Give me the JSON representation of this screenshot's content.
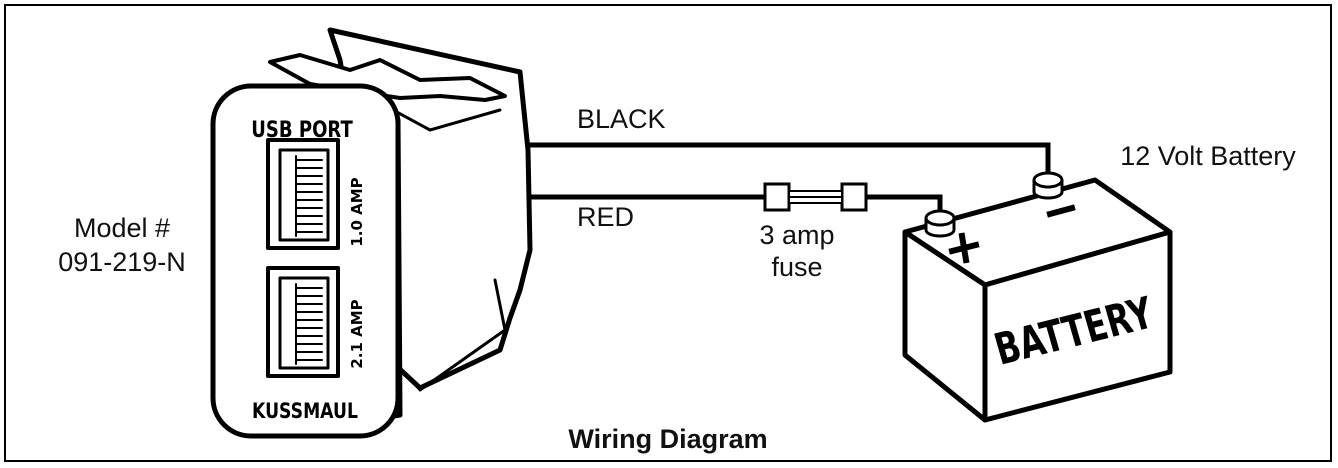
{
  "diagram": {
    "title": "Wiring Diagram",
    "model_label": "Model #",
    "model_number": "091-219-N",
    "device": {
      "top_label": "USB PORT",
      "brand": "KUSSMAUL",
      "port1_rating": "1.0 AMP",
      "port2_rating": "2.1 AMP"
    },
    "wires": {
      "black": "BLACK",
      "red": "RED"
    },
    "fuse": {
      "line1": "3 amp",
      "line2": "fuse"
    },
    "battery": {
      "caption": "12 Volt Battery",
      "label": "BATTERY",
      "plus": "+",
      "minus": "−"
    },
    "colors": {
      "line": "#000000",
      "background": "#ffffff",
      "text": "#111111"
    }
  }
}
